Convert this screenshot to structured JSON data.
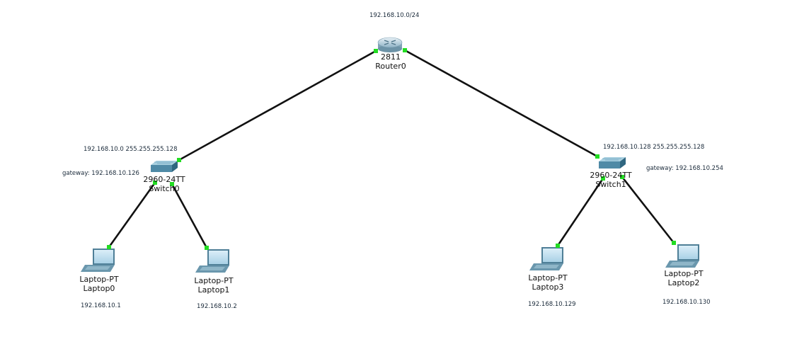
{
  "network_note": "192.168.10.0/24",
  "router": {
    "model": "2811",
    "name": "Router0",
    "icon": "router-icon"
  },
  "switches": [
    {
      "model": "2960-24TT",
      "name": "Switch0",
      "icon": "switch-icon",
      "subnet": "192.168.10.0 255.255.255.128",
      "gateway": "gateway: 192.168.10.126"
    },
    {
      "model": "2960-24TT",
      "name": "Switch1",
      "icon": "switch-icon",
      "subnet": "192.168.10.128 255.255.255.128",
      "gateway": "gateway: 192.168.10.254"
    }
  ],
  "laptops": [
    {
      "model": "Laptop-PT",
      "name": "Laptop0",
      "ip": "192.168.10.1",
      "icon": "laptop-icon"
    },
    {
      "model": "Laptop-PT",
      "name": "Laptop1",
      "ip": "192.168.10.2",
      "icon": "laptop-icon"
    },
    {
      "model": "Laptop-PT",
      "name": "Laptop3",
      "ip": "192.168.10.129",
      "icon": "laptop-icon"
    },
    {
      "model": "Laptop-PT",
      "name": "Laptop2",
      "ip": "192.168.10.130",
      "icon": "laptop-icon"
    }
  ],
  "colors": {
    "link": "#111111",
    "port_up": "#22dd22",
    "device_body": "#4f8aa6",
    "device_top": "#9cc7da"
  }
}
